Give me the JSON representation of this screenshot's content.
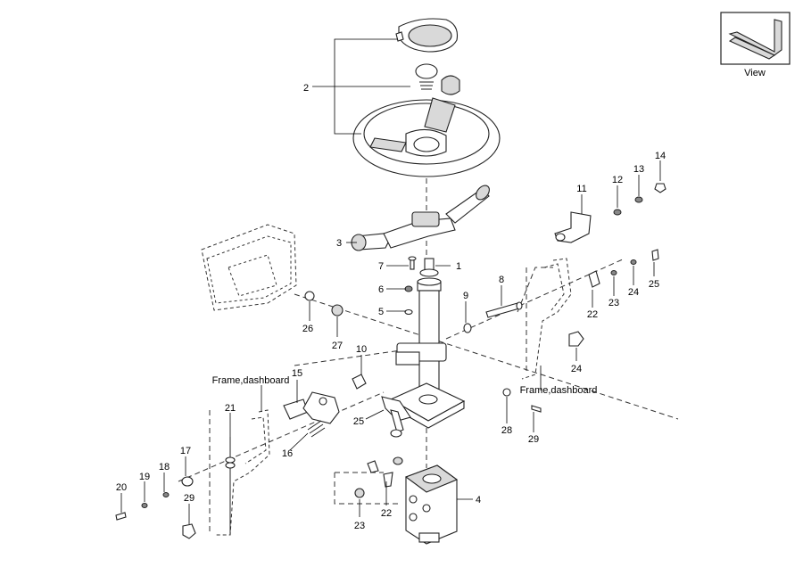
{
  "view_box_label": "View",
  "frame_labels": [
    "Frame,dashboard",
    "Frame,dashboard"
  ],
  "callouts": [
    "1",
    "2",
    "3",
    "4",
    "5",
    "6",
    "7",
    "8",
    "9",
    "10",
    "11",
    "12",
    "13",
    "14",
    "15",
    "16",
    "17",
    "18",
    "19",
    "20",
    "21",
    "22",
    "22",
    "23",
    "23",
    "24",
    "24",
    "25",
    "25",
    "26",
    "27",
    "28",
    "29",
    "29"
  ]
}
